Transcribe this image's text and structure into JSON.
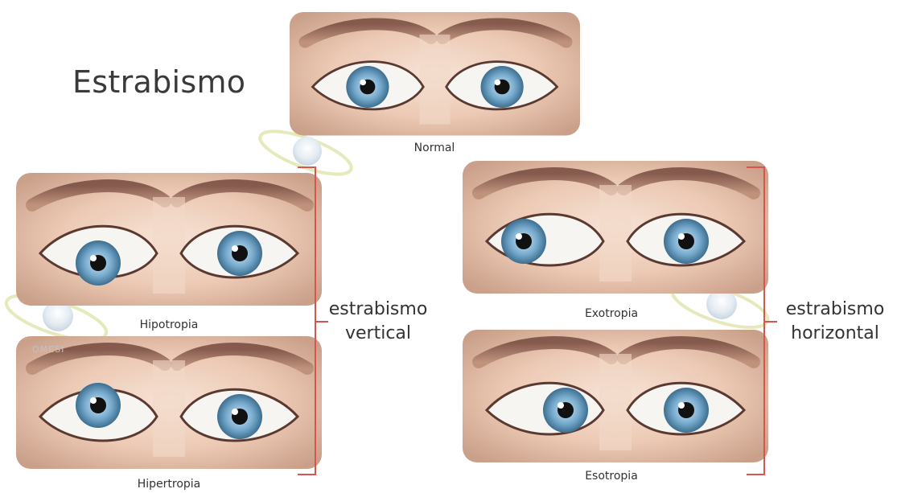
{
  "title": "Estrabismo",
  "panels": {
    "normal": {
      "caption": "Normal"
    },
    "hipotropia": {
      "caption": "Hipotropia"
    },
    "hipertropia": {
      "caption": "Hipertropia"
    },
    "exotropia": {
      "caption": "Exotropia"
    },
    "esotropia": {
      "caption": "Esotropia"
    }
  },
  "groups": {
    "vertical": {
      "line1": "estrabismo",
      "line2": "vertical"
    },
    "horizontal": {
      "line1": "estrabismo",
      "line2": "horizontal"
    }
  },
  "watermark": {
    "text": "OMESI"
  },
  "colors": {
    "bracket": "#d9534f",
    "iris": "#6fa3c6",
    "skin": "#e7c3ae",
    "brow": "#8a5a4a"
  }
}
